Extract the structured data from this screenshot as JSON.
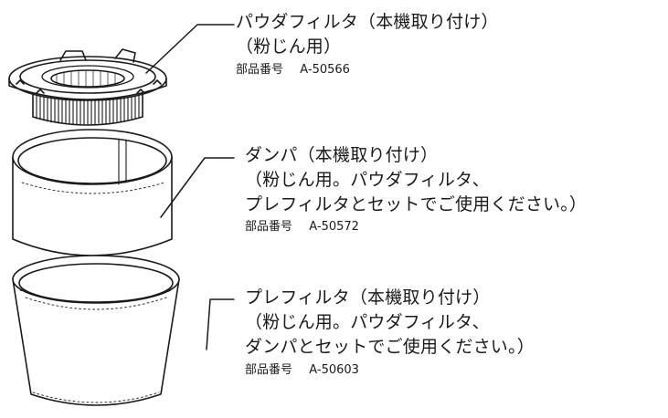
{
  "parts": [
    {
      "name_lines": [
        "パウダフィルタ（本機取り付け）",
        "（粉じん用）"
      ],
      "part_number_label": "部品番号",
      "part_number": "A-50566"
    },
    {
      "name_lines": [
        "ダンパ（本機取り付け）",
        "（粉じん用。パウダフィルタ、",
        "プレフィルタとセットでご使用ください。）"
      ],
      "part_number_label": "部品番号",
      "part_number": "A-50572"
    },
    {
      "name_lines": [
        "プレフィルタ（本機取り付け）",
        "（粉じん用。パウダフィルタ、",
        "ダンパとセットでご使用ください。）"
      ],
      "part_number_label": "部品番号",
      "part_number": "A-50603"
    }
  ],
  "colors": {
    "line": "#1a1a1a",
    "background": "#ffffff"
  }
}
